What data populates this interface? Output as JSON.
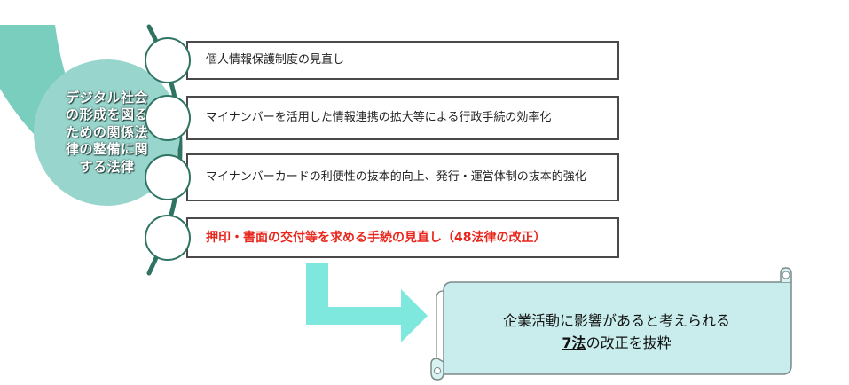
{
  "hub": {
    "label_lines": [
      "デジタル社会",
      "の形成を図る",
      "ための関係法",
      "律の整備に関",
      "する法律"
    ]
  },
  "items": [
    {
      "text": "個人情報保護制度の見直し",
      "highlight": false
    },
    {
      "text": "マイナンバーを活用した情報連携の拡大等による行政手続の効率化",
      "highlight": false
    },
    {
      "text": "マイナンバーカードの利便性の抜本的向上、発行・運営体制の抜本的強化",
      "highlight": false
    },
    {
      "text": "押印・書面の交付等を求める手続の見直し（48法律の改正）",
      "highlight": true
    }
  ],
  "scroll": {
    "line1": "企業活動に影響があると考えられる",
    "line2_emphasis": "7法",
    "line2_rest": "の改正を抜粋"
  },
  "colors": {
    "teal_dark": "#2f7463",
    "teal_light": "#98d5cc",
    "arrow": "#7fe8de",
    "scroll_fill": "#c9ecec",
    "highlight_text": "#e8261c"
  }
}
